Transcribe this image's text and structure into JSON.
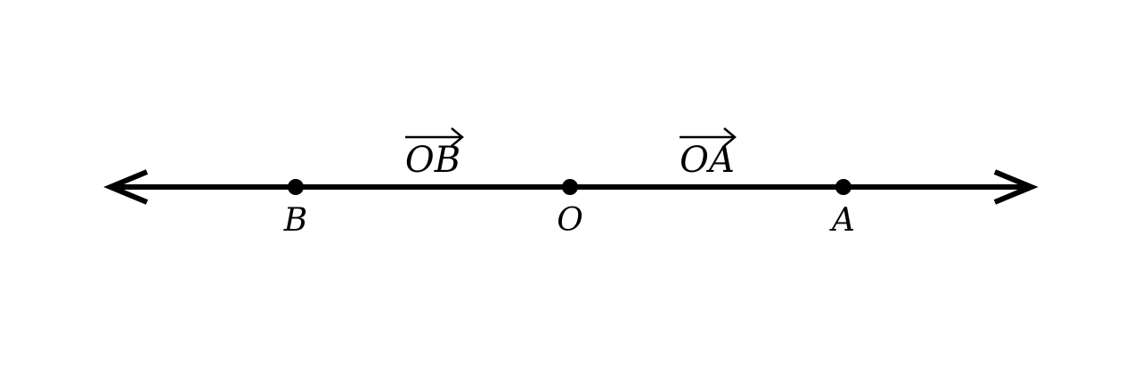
{
  "diagram": {
    "line_color": "#000000",
    "points": [
      {
        "id": "B",
        "label": "B"
      },
      {
        "id": "O",
        "label": "O"
      },
      {
        "id": "A",
        "label": "A"
      }
    ],
    "vectors": [
      {
        "id": "OB",
        "label": "OB",
        "arrow": "overright-arrow"
      },
      {
        "id": "OA",
        "label": "OA",
        "arrow": "overright-arrow"
      }
    ]
  }
}
